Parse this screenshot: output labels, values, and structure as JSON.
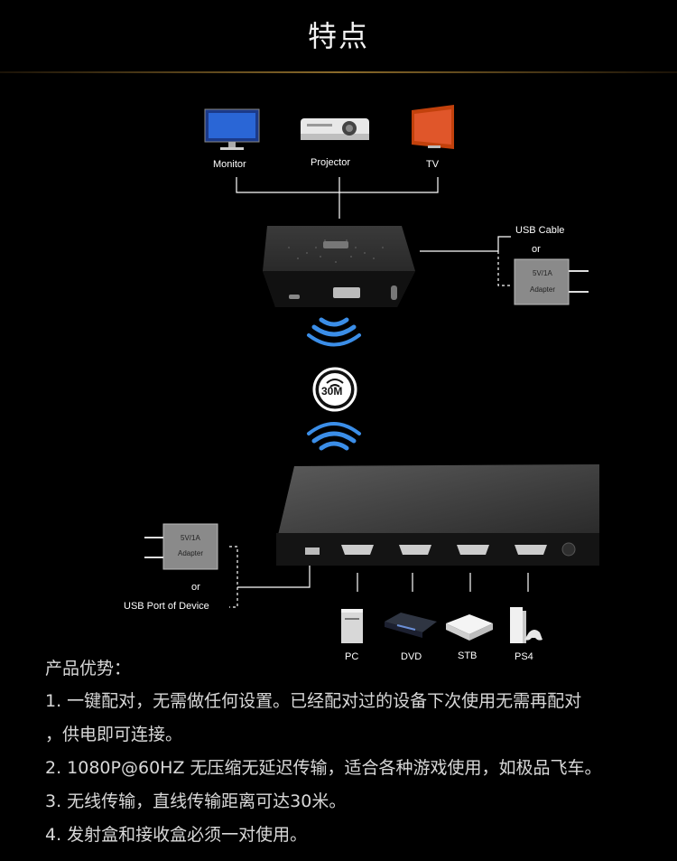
{
  "header": {
    "title": "特点"
  },
  "diagram": {
    "displays": [
      "Monitor",
      "Projector",
      "TV"
    ],
    "usb_cable": "USB Cable",
    "or_top": "or",
    "adapter_top": {
      "line1": "5V/1A",
      "line2": "Adapter"
    },
    "range_badge": "30M",
    "adapter_left": {
      "line1": "5V/1A",
      "line2": "Adapter"
    },
    "or_left": "or",
    "usb_port": "USB Port of Device",
    "sources": [
      "PC",
      "DVD",
      "STB",
      "PS4"
    ]
  },
  "features": {
    "title": "产品优势：",
    "items": [
      "1. 一键配对，无需做任何设置。已经配对过的设备下次使用无需再配对",
      "，供电即可连接。",
      "2. 1080P@60HZ 无压缩无延迟传输，适合各种游戏使用，如极品飞车。",
      "3. 无线传输，直线传输距离可达30米。",
      "4. 发射盒和接收盒必须一对使用。"
    ]
  }
}
